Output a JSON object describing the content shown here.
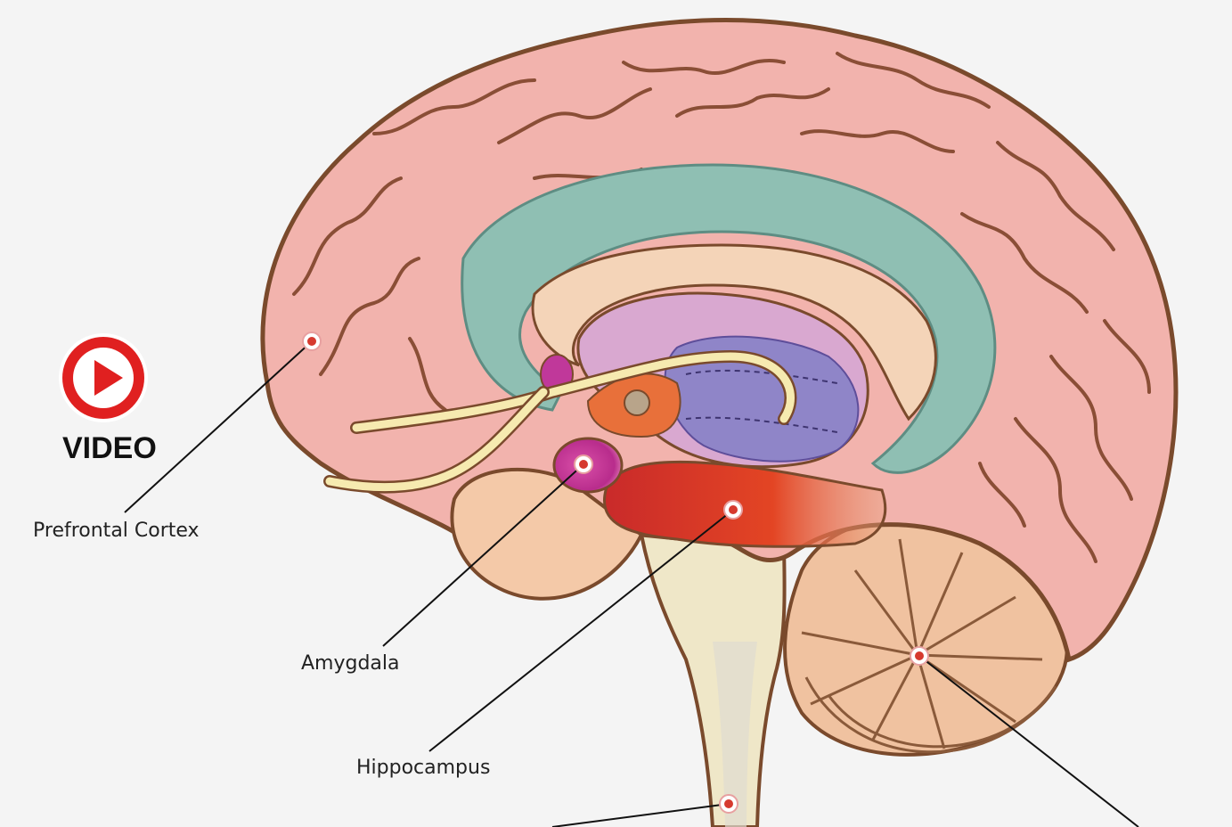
{
  "video": {
    "label": "VIDEO",
    "icon": "play-icon",
    "color": "#e02020"
  },
  "labels": {
    "prefrontal_cortex": "Prefrontal Cortex",
    "amygdala": "Amygdala",
    "hippocampus": "Hippocampus"
  },
  "colors": {
    "cortex": "#f2b3ad",
    "cortex_outline": "#7a4a2c",
    "corpus_callosum": "#8fbfb3",
    "cerebellum": "#f0c2a0",
    "brainstem": "#efe7c8",
    "hippocampus": "#d9342b",
    "amygdala": "#c0389a",
    "thalamus": "#8f85c8",
    "marker": "#d63a2f"
  }
}
